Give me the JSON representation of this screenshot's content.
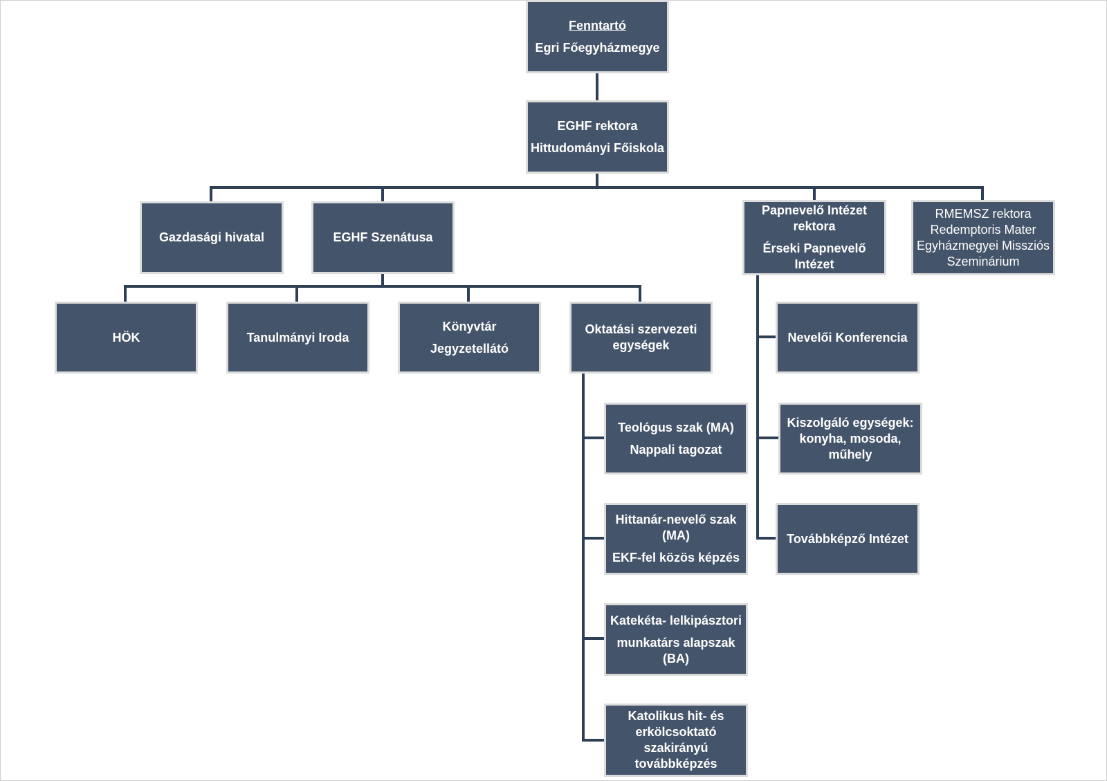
{
  "nodes": {
    "fenntarto": {
      "line1": "Fenntartó",
      "line2": "Egri Főegyházmegye"
    },
    "rektor": {
      "line1": "EGHF rektora",
      "line2": "Hittudományi Főiskola"
    },
    "gazdasagi": {
      "line1": "Gazdasági hivatal"
    },
    "szenatus": {
      "line1": "EGHF Szenátusa"
    },
    "papnevelo": {
      "line1": "Papnevelő Intézet",
      "line2": "rektora",
      "line3": "Érseki Papnevelő",
      "line4": "Intézet"
    },
    "rmemsz": {
      "line1": "RMEMSZ rektora",
      "line2": "Redemptoris Mater",
      "line3": "Egyházmegyei Missziós",
      "line4": "Szeminárium"
    },
    "hok": {
      "line1": "HÖK"
    },
    "tanulmanyi": {
      "line1": "Tanulmányi Iroda"
    },
    "konyvtar": {
      "line1": "Könyvtár",
      "line2": "Jegyzetellátó"
    },
    "oktatasi": {
      "line1": "Oktatási szervezeti",
      "line2": "egységek"
    },
    "teologus": {
      "line1": "Teológus szak (MA)",
      "line2": "Nappali tagozat"
    },
    "hittanar": {
      "line1": "Hittanár-nevelő szak",
      "line2": "(MA)",
      "line3": "EKF-fel közös képzés"
    },
    "kateketa": {
      "line1": "Katekéta- lelkipásztori",
      "line2": "munkatárs alapszak",
      "line3": "(BA)"
    },
    "katolikus": {
      "line1": "Katolikus hit- és",
      "line2": "erkölcsoktató",
      "line3": "szakirányú",
      "line4": "továbbképzés"
    },
    "neveloi": {
      "line1": "Nevelői Konferencia"
    },
    "kiszolgalo": {
      "line1": "Kiszolgáló egységek:",
      "line2": "konyha, mosoda,",
      "line3": "műhely"
    },
    "tovabbkepzo": {
      "line1": "Továbbképző Intézet"
    }
  },
  "colors": {
    "box": "#44546a",
    "connector": "#2f3f55",
    "text": "#ffffff"
  }
}
